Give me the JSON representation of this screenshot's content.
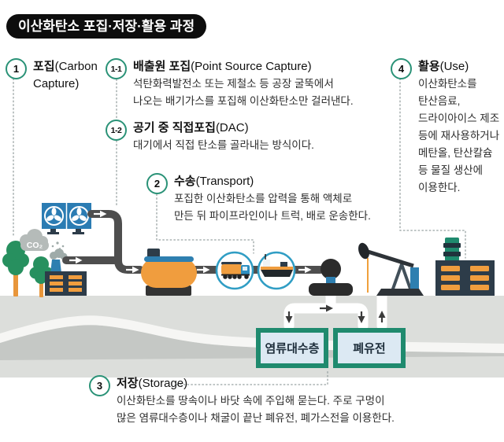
{
  "title": "이산화탄소 포집·저장·활용 과정",
  "sections": {
    "s1": {
      "num": "1",
      "ko": "포집",
      "en": "(Carbon Capture)"
    },
    "s1_1": {
      "num": "1-1",
      "ko": "배출원 포집",
      "en": "(Point Source Capture)",
      "body1": "석탄화력발전소 또는 제철소 등 공장 굴뚝에서",
      "body2": "나오는 배기가스를 포집해 이산화탄소만 걸러낸다."
    },
    "s1_2": {
      "num": "1-2",
      "ko": "공기 중 직접포집",
      "en": "(DAC)",
      "body1": "대기에서 직접 탄소를 골라내는 방식이다."
    },
    "s2": {
      "num": "2",
      "ko": "수송",
      "en": "(Transport)",
      "body1": "포집한 이산화탄소를 압력을 통해 액체로",
      "body2": "만든 뒤 파이프라인이나 트럭, 배로 운송한다."
    },
    "s3": {
      "num": "3",
      "ko": "저장",
      "en": "(Storage)",
      "body1": "이산화탄소를 땅속이나 바닷 속에 주입해 묻는다. 주로 구멍이",
      "body2": "많은 염류대수층이나 채굴이 끝난 폐유전, 폐가스전을 이용한다."
    },
    "s4": {
      "num": "4",
      "ko": "활용",
      "en": "(Use)",
      "body_lines": [
        "이산화탄소를",
        "탄산음료,",
        "드라이아이스 제조",
        "등에 재사용하거나",
        "메탄올, 탄산칼슘",
        "등 물질 생산에",
        "이용한다."
      ]
    }
  },
  "diagram": {
    "co2_label": "CO₂",
    "storage_sites": {
      "aquifer": "염류대수층",
      "oilfield": "폐유전"
    }
  },
  "colors": {
    "accent_green": "#2a9277",
    "badge_black": "#0d0d0d",
    "navy": "#2d3c49",
    "orange": "#f09d3e",
    "blue": "#2e7fb0",
    "pipe_gray": "#4e4e4e",
    "ground": "#dcdedb",
    "box_fill": "#dce9f3",
    "box_border": "#1f8a6e"
  }
}
